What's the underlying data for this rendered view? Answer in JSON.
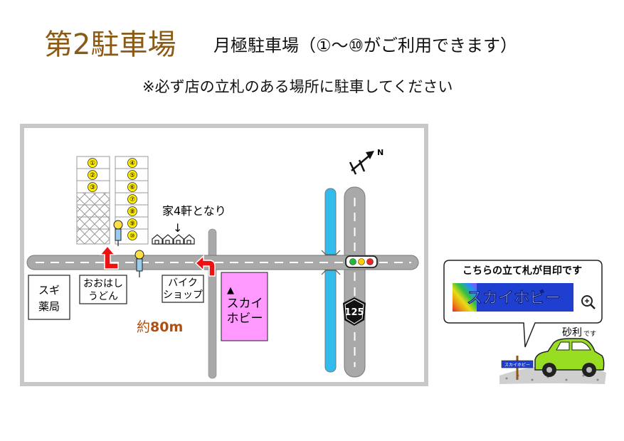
{
  "header": {
    "title": "第2駐車場",
    "subtitle": "月極駐車場（①～⑩がご利用できます）",
    "notice": "※必ず店の立札のある場所に駐車してください"
  },
  "map": {
    "parking_left": [
      "①",
      "②",
      "③"
    ],
    "parking_right": [
      "④",
      "⑤",
      "⑥",
      "⑦",
      "⑧",
      "⑨",
      "⑩"
    ],
    "houses_label": "家4軒となり",
    "houses_arrow": "↓",
    "compass_letter": "N",
    "route_number": "125",
    "distance_label": "約",
    "distance_value": "80m",
    "shop_marker": "▲",
    "shop_line1": "スカイ",
    "shop_line2": "ホビー",
    "store_sugi_line1": "スギ",
    "store_sugi_line2": "薬局",
    "store_udon_line1": "おおはし",
    "store_udon_line2": "うどん",
    "store_bike_line1": "バイク",
    "store_bike_line2": "ショップ"
  },
  "callout": {
    "caption": "こちらの立て札が目印です",
    "sign_text": "スカイホビー",
    "mini_sign_text": "スカイホビー",
    "gravel_label": "砂利",
    "gravel_suffix": "です"
  },
  "colors": {
    "title": "#8b5a14",
    "road": "#a9a9a9",
    "river": "#33bbee",
    "shop": "#ff99ff",
    "sign_blue": "#1f3fd0",
    "car": "#99dd22",
    "parking_num": "#ffee00",
    "arrow_red": "#ee1111"
  }
}
